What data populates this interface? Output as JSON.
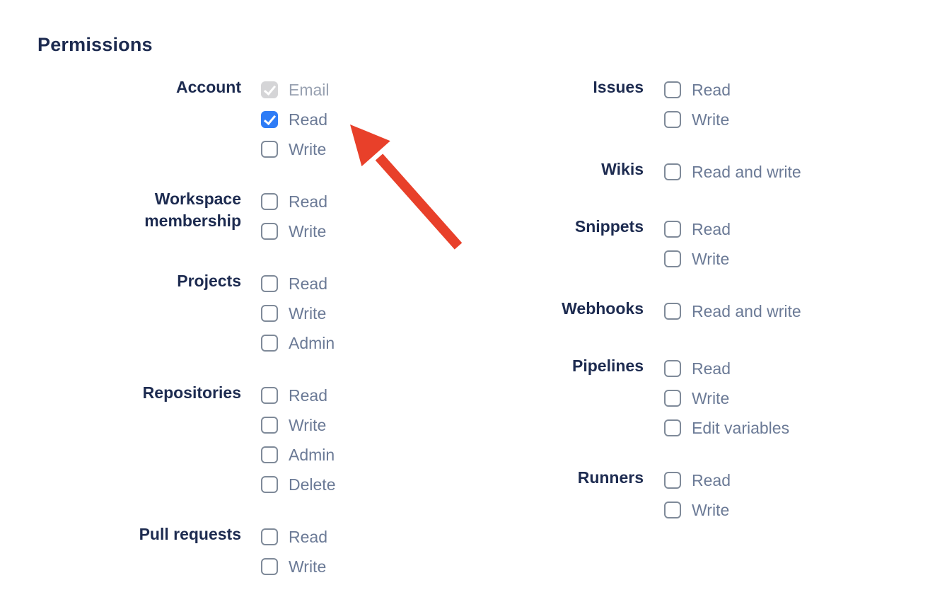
{
  "colors": {
    "heading-navy": "#1d2b50",
    "label-slate": "#6b7a96",
    "label-disabled": "#98a1b1",
    "checkbox-border": "#7f8a99",
    "checkbox-blue": "#2e7cf6",
    "checkbox-disabled-bg": "#d5d5d7",
    "checkmark-white": "#ffffff",
    "arrow-red": "#e8402a"
  },
  "permissions": {
    "heading": "Permissions",
    "columns": [
      {
        "groups": [
          {
            "label": "Account",
            "options": [
              {
                "label": "Email",
                "checked": true,
                "disabled": true
              },
              {
                "label": "Read",
                "checked": true,
                "disabled": false
              },
              {
                "label": "Write",
                "checked": false,
                "disabled": false
              }
            ]
          },
          {
            "label": "Workspace membership",
            "options": [
              {
                "label": "Read",
                "checked": false,
                "disabled": false
              },
              {
                "label": "Write",
                "checked": false,
                "disabled": false
              }
            ]
          },
          {
            "label": "Projects",
            "options": [
              {
                "label": "Read",
                "checked": false,
                "disabled": false
              },
              {
                "label": "Write",
                "checked": false,
                "disabled": false
              },
              {
                "label": "Admin",
                "checked": false,
                "disabled": false
              }
            ]
          },
          {
            "label": "Repositories",
            "options": [
              {
                "label": "Read",
                "checked": false,
                "disabled": false
              },
              {
                "label": "Write",
                "checked": false,
                "disabled": false
              },
              {
                "label": "Admin",
                "checked": false,
                "disabled": false
              },
              {
                "label": "Delete",
                "checked": false,
                "disabled": false
              }
            ]
          },
          {
            "label": "Pull requests",
            "options": [
              {
                "label": "Read",
                "checked": false,
                "disabled": false
              },
              {
                "label": "Write",
                "checked": false,
                "disabled": false
              }
            ]
          }
        ]
      },
      {
        "groups": [
          {
            "label": "Issues",
            "options": [
              {
                "label": "Read",
                "checked": false,
                "disabled": false
              },
              {
                "label": "Write",
                "checked": false,
                "disabled": false
              }
            ]
          },
          {
            "label": "Wikis",
            "options": [
              {
                "label": "Read and write",
                "checked": false,
                "disabled": false
              }
            ]
          },
          {
            "label": "Snippets",
            "options": [
              {
                "label": "Read",
                "checked": false,
                "disabled": false
              },
              {
                "label": "Write",
                "checked": false,
                "disabled": false
              }
            ]
          },
          {
            "label": "Webhooks",
            "options": [
              {
                "label": "Read and write",
                "checked": false,
                "disabled": false
              }
            ]
          },
          {
            "label": "Pipelines",
            "options": [
              {
                "label": "Read",
                "checked": false,
                "disabled": false
              },
              {
                "label": "Write",
                "checked": false,
                "disabled": false
              },
              {
                "label": "Edit variables",
                "checked": false,
                "disabled": false
              }
            ]
          },
          {
            "label": "Runners",
            "options": [
              {
                "label": "Read",
                "checked": false,
                "disabled": false
              },
              {
                "label": "Write",
                "checked": false,
                "disabled": false
              }
            ]
          }
        ]
      }
    ]
  },
  "annotation": {
    "arrow": {
      "color": "#e8402a",
      "points_at": "Account Read checkbox"
    }
  }
}
